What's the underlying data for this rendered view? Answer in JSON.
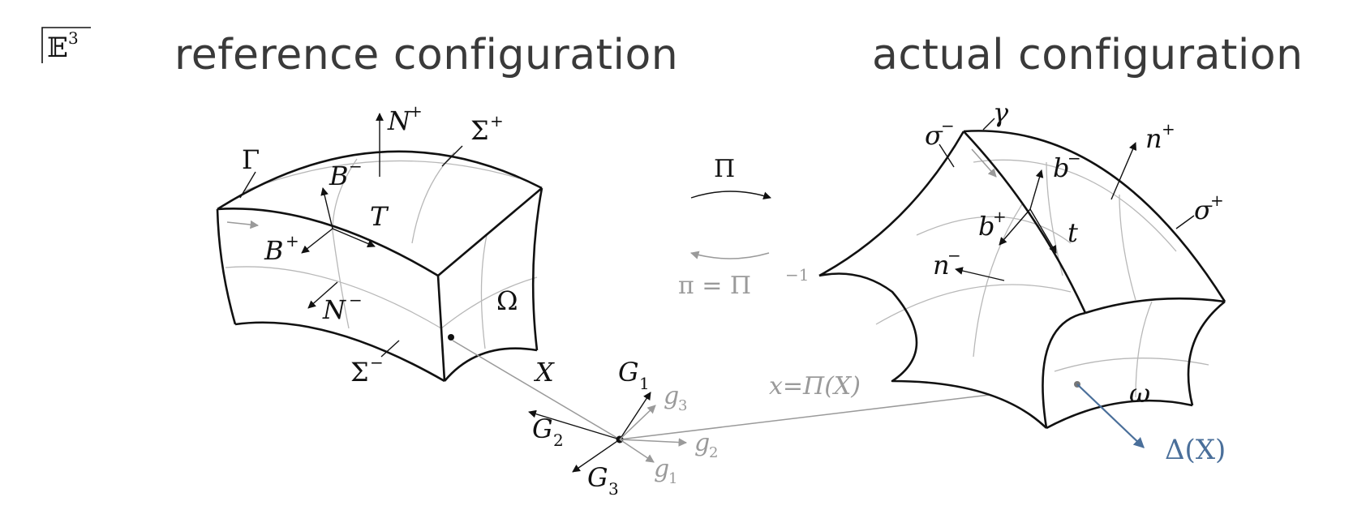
{
  "space_label": "𝔼",
  "space_sup": "3",
  "headings": {
    "reference": "reference configuration",
    "actual": "actual configuration"
  },
  "maps": {
    "forward": "Π",
    "inverse_base": "π = Π",
    "inverse_sup": "−1",
    "point_map": "x=Π(X)",
    "displacement": "Δ(X)"
  },
  "reference_labels": {
    "Gamma": "Γ",
    "N_plus": "N",
    "N_plus_sup": "+",
    "Sigma_plus": "Σ",
    "Sigma_plus_sup": "+",
    "B_minus": "B",
    "B_minus_sup": "−",
    "T": "T",
    "B_plus": "B",
    "B_plus_sup": "+",
    "N_minus": "N",
    "N_minus_sup": "−",
    "Omega": "Ω",
    "Sigma_minus": "Σ",
    "Sigma_minus_sup": "−",
    "X": "X"
  },
  "basis_labels": {
    "G1": "G",
    "G1_sub": "1",
    "G2": "G",
    "G2_sub": "2",
    "G3": "G",
    "G3_sub": "3",
    "g1": "g",
    "g1_sub": "1",
    "g2": "g",
    "g2_sub": "2",
    "g3": "g",
    "g3_sub": "3"
  },
  "actual_labels": {
    "sigma_minus": "σ",
    "sigma_minus_sup": "−",
    "gamma": "γ",
    "n_plus": "n",
    "n_plus_sup": "+",
    "b_minus": "b",
    "b_minus_sup": "−",
    "sigma_plus": "σ",
    "sigma_plus_sup": "+",
    "b_plus": "b",
    "b_plus_sup": "+",
    "t": "t",
    "n_minus": "n",
    "n_minus_sup": "−",
    "omega": "ω"
  },
  "colors": {
    "ink": "#111111",
    "heading": "#3a3a3a",
    "gray": "#9a9a9a",
    "grid": "#b8b8b8",
    "displacement": "#4a6f9a"
  }
}
